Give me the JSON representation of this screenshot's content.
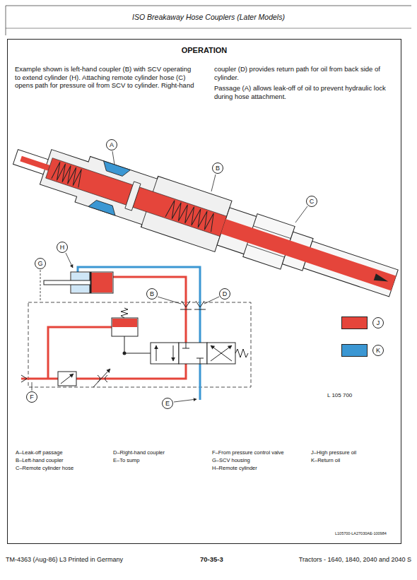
{
  "diagram": {
    "title": "ISO Breakaway Hose Couplers (Later Models)",
    "nodes": [
      {
        "text": [
          "OPERATION",
          "Example shown is left-hand coupler (B) with SCV operating to extend cylinder (H). Attaching remote cylinder hose (C) opens path for pressure oil from SCV to cylinder. Right-hand coupler (D) provides return path for oil from back side of cylinder.",
          "Passage (A) allows leak-off of oil to prevent hydraulic lock during hose attachment."
        ]
      },
      {
        "text": [
          "A"
        ],
        "in": 0
      },
      {
        "text": [
          "B"
        ],
        "in": 0
      },
      {
        "text": [
          "C"
        ],
        "in": 0
      },
      {
        "text": [
          "H"
        ],
        "in": 0
      },
      {
        "text": [
          "G"
        ],
        "in": 0
      },
      {
        "text": [
          "B"
        ],
        "in": 0
      },
      {
        "text": [
          "D"
        ],
        "in": 0
      },
      {
        "text": [
          "F"
        ],
        "in": 0
      },
      {
        "text": [
          "E"
        ],
        "in": 0
      }
    ],
    "labels": [
      "L 105 700",
      "A–Leak-off passage",
      "B–Left-hand coupler",
      "C–Remote cylinder hose",
      "D–Right-hand coupler",
      "E–To sump",
      "F–From pressure control valve",
      "G–SCV housing",
      "H–Remote cylinder",
      "J–High pressure oil",
      "K–Return oil",
      "L105700-LA27030AE-100984",
      "TM-4363 (Aug-86) L3 Printed in Germany",
      "70-35-3",
      "Tractors - 1640, 1840, 2040 and 2040 S"
    ],
    "legend": [
      {
        "text": "J",
        "color": "#e5453b"
      },
      {
        "text": "K",
        "color": "#3b97d3"
      }
    ]
  }
}
